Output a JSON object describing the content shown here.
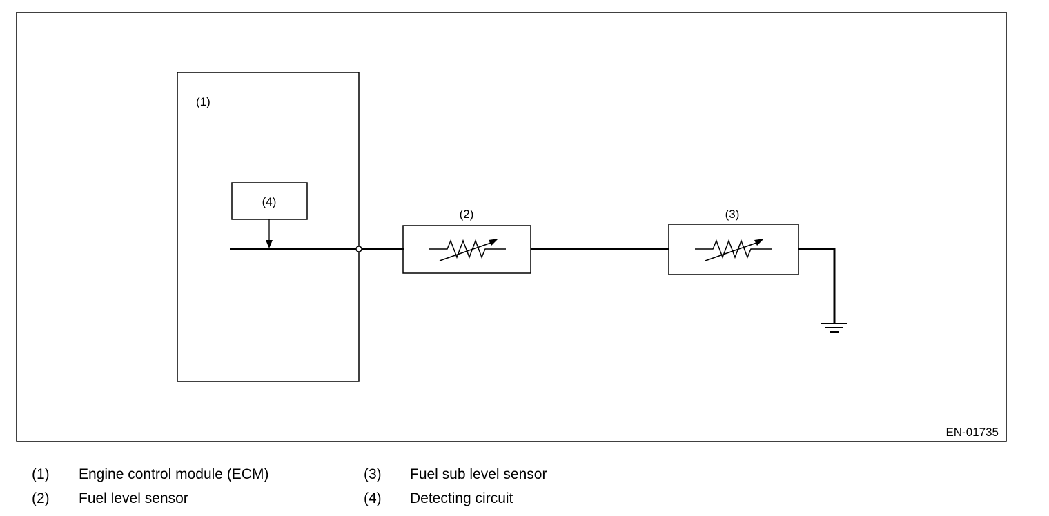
{
  "figure": {
    "code": "EN-01735"
  },
  "components": {
    "ecm": {
      "label": "(1)"
    },
    "fuel_level_sensor": {
      "label": "(2)"
    },
    "fuel_sub_level_sensor": {
      "label": "(3)"
    },
    "detecting_circuit": {
      "label": "(4)"
    }
  },
  "legend": [
    {
      "num": "(1)",
      "desc": "Engine control module (ECM)"
    },
    {
      "num": "(2)",
      "desc": "Fuel level sensor"
    },
    {
      "num": "(3)",
      "desc": "Fuel sub level sensor"
    },
    {
      "num": "(4)",
      "desc": "Detecting circuit"
    }
  ],
  "icons": {
    "variable_resistor": "variable-resistor-icon",
    "ground": "ground-icon",
    "connector": "connector-terminal-icon"
  },
  "colors": {
    "line": "#000000",
    "background": "#ffffff"
  }
}
